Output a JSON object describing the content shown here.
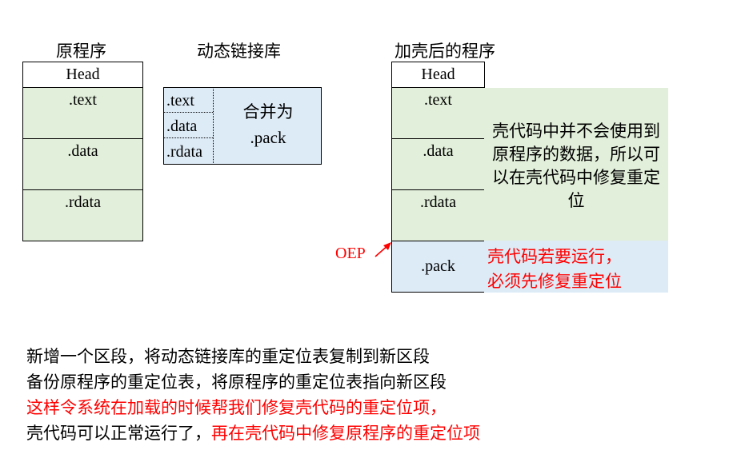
{
  "left": {
    "title": "原程序",
    "sections": [
      "Head",
      ".text",
      ".data",
      ".rdata"
    ]
  },
  "middle": {
    "title": "动态链接库",
    "sections": [
      ".text",
      ".data",
      ".rdata"
    ],
    "merge_line1": "合并为",
    "merge_line2": ".pack"
  },
  "right": {
    "title": "加壳后的程序",
    "sections": [
      "Head",
      ".text",
      ".data",
      ".rdata",
      ".pack"
    ],
    "note_green": "壳代码中并不会使用到原程序的数据，所以可以在壳代码中修复重定位",
    "note_blue_line1": "壳代码若要运行，",
    "note_blue_line2": "必须先修复重定位",
    "oep_label": "OEP"
  },
  "description": {
    "line1": "新增一个区段，将动态链接库的重定位表复制到新区段",
    "line2": "备份原程序的重定位表，将原程序的重定位表指向新区段",
    "line3": "这样令系统在加载的时候帮我们修复壳代码的重定位项，",
    "line4_black": "壳代码可以正常运行了，",
    "line4_red": "再在壳代码中修复原程序的重定位项"
  },
  "colors": {
    "section_fill": "#e2efda",
    "pack_fill": "#ddebf7",
    "highlight_text": "#ff0000"
  }
}
